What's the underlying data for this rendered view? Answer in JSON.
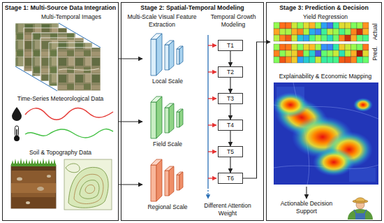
{
  "diagram": {
    "nodes": [
      {
        "text": [
          "Stage 1: Multi-Source Data Integration"
        ]
      },
      {
        "text": [
          "Stage 2: Spatial-Temporal Modeling"
        ]
      },
      {
        "text": [
          "Stage 3: Prediction & Decision"
        ]
      },
      {
        "text": [
          "Local Scale"
        ],
        "in": 1
      },
      {
        "text": [
          "Field Scale"
        ],
        "in": 1
      },
      {
        "text": [
          "Regional Scale"
        ],
        "in": 1
      },
      {
        "text": [
          "T1"
        ],
        "in": 1
      },
      {
        "text": [
          "T2"
        ],
        "in": 1
      },
      {
        "text": [
          "T3"
        ],
        "in": 1
      },
      {
        "text": [
          "T4"
        ],
        "in": 1
      },
      {
        "text": [
          "T5"
        ],
        "in": 1
      },
      {
        "text": [
          "T6"
        ],
        "in": 1
      },
      {
        "text": [
          "Yield Regression"
        ],
        "in": 2
      },
      {
        "text": [
          "Explainability & Economic Mapping"
        ],
        "in": 2
      },
      {
        "text": [
          "Actionable Decision Support"
        ],
        "in": 2
      }
    ],
    "edges": [
      {
        "from": 0,
        "to": 3,
        "arrow": "to"
      },
      {
        "from": 0,
        "to": 4,
        "arrow": "to"
      },
      {
        "from": 0,
        "to": 5,
        "arrow": "to"
      },
      {
        "from": 6,
        "to": 7,
        "arrow": "to"
      },
      {
        "from": 7,
        "to": 8,
        "arrow": "to"
      },
      {
        "from": 8,
        "to": 9,
        "arrow": "to"
      },
      {
        "from": 9,
        "to": 10,
        "arrow": "to"
      },
      {
        "from": 10,
        "to": 11,
        "arrow": "to"
      },
      {
        "from": 11,
        "to": 12,
        "arrow": "to"
      },
      {
        "from": 13,
        "to": 14,
        "arrow": "to"
      }
    ],
    "labels": [
      "Multi-Temporal Images",
      "Time-Series Meteorological Data",
      "Soil & Topography Data",
      "Multi-Scale Visual Feature Extraction",
      "Temporal Growth Modeling",
      "Different Attention Weight",
      "Actual",
      "Pred."
    ]
  }
}
